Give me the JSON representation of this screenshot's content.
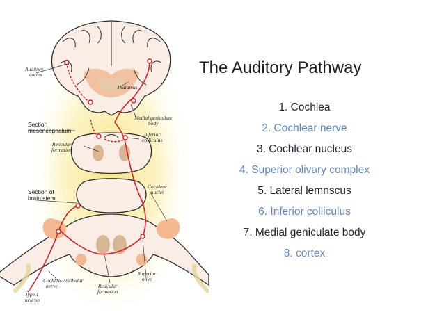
{
  "title": "The Auditory Pathway",
  "steps": [
    {
      "text": "1. Cochlea",
      "color": "#1f2430"
    },
    {
      "text": "2. Cochlear nerve",
      "color": "#5f86c2"
    },
    {
      "text": "3. Cochlear nucleus",
      "color": "#1f2430"
    },
    {
      "text": "4. Superior olivary complex",
      "color": "#5f86c2"
    },
    {
      "text": "5. Lateral lemnscus",
      "color": "#1f2430"
    },
    {
      "text": "6. Inferior colliculus",
      "color": "#5f86c2"
    },
    {
      "text": "7. Medial geniculate body",
      "color": "#1f2430"
    },
    {
      "text": "8. cortex",
      "color": "#5f86c2"
    }
  ],
  "figure_labels": {
    "auditory_cortex_1": "Auditory",
    "auditory_cortex_2": "cortex",
    "thalamus": "Thalamus",
    "medial_geniculate_1": "Medial geniculate",
    "medial_geniculate_2": "body",
    "section_mes_1": "Section",
    "section_mes_2": "mesencephalum",
    "inferior_colliculus_1": "Inferior",
    "inferior_colliculus_2": "colliculus",
    "reticular_top_1": "Reticular",
    "reticular_top_2": "formation",
    "cochlear_nuclei_1": "Cochlear",
    "cochlear_nuclei_2": "nuclei",
    "section_brainstem_1": "Section of",
    "section_brainstem_2": "brain stem",
    "cochleo_vestibular_1": "Cochleo-vestibular",
    "cochleo_vestibular_2": "nerve",
    "reticular_bottom_1": "Reticular",
    "reticular_bottom_2": "formation",
    "superior_olive_1": "Superior",
    "superior_olive_2": "olive",
    "type1_neuron_1": "Type 1",
    "type1_neuron_2": "neuron"
  },
  "colors": {
    "pathway": "#d81e1e",
    "glow": "#f7e27a",
    "tissue": "#f9ede6",
    "nucleus": "#f3b890",
    "reticular": "#d8b694",
    "outline": "#2a2a2a"
  }
}
